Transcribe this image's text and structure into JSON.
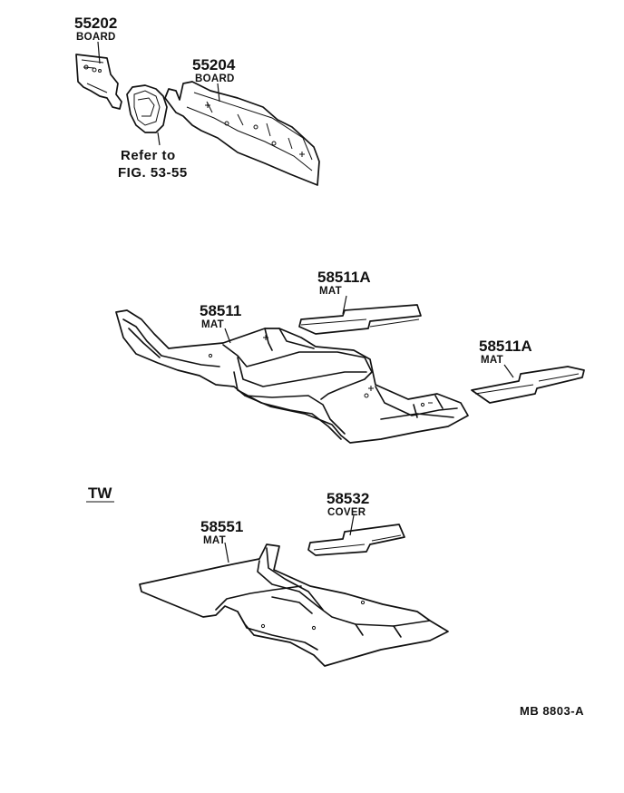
{
  "parts": [
    {
      "number": "55202",
      "name": "BOARD"
    },
    {
      "number": "55204",
      "name": "BOARD"
    },
    {
      "number": "58511A",
      "name": "MAT"
    },
    {
      "number": "58511",
      "name": "MAT"
    },
    {
      "number": "58511A",
      "name": "MAT"
    },
    {
      "number": "58532",
      "name": "COVER"
    },
    {
      "number": "58551",
      "name": "MAT"
    }
  ],
  "reference": {
    "line1": "Refer to",
    "line2": "FIG. 53-55"
  },
  "variant_label": "TW",
  "diagram_code": "MB 8803-A"
}
